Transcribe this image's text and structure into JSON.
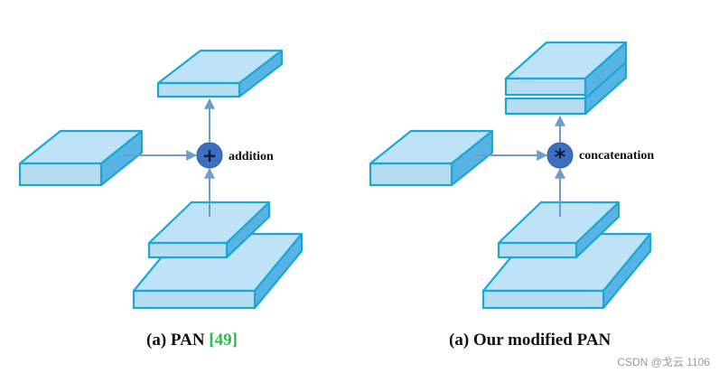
{
  "panels": [
    {
      "id": "a",
      "operation": {
        "label": "addition",
        "symbol": "+"
      },
      "caption": {
        "prefix": "(a) PAN ",
        "citation": "[49]"
      }
    },
    {
      "id": "b",
      "operation": {
        "label": "concatenation",
        "symbol": "*"
      },
      "caption": {
        "prefix": "(a) Our modified PAN",
        "citation": ""
      }
    }
  ],
  "watermark": "CSDN @戈云 1106"
}
